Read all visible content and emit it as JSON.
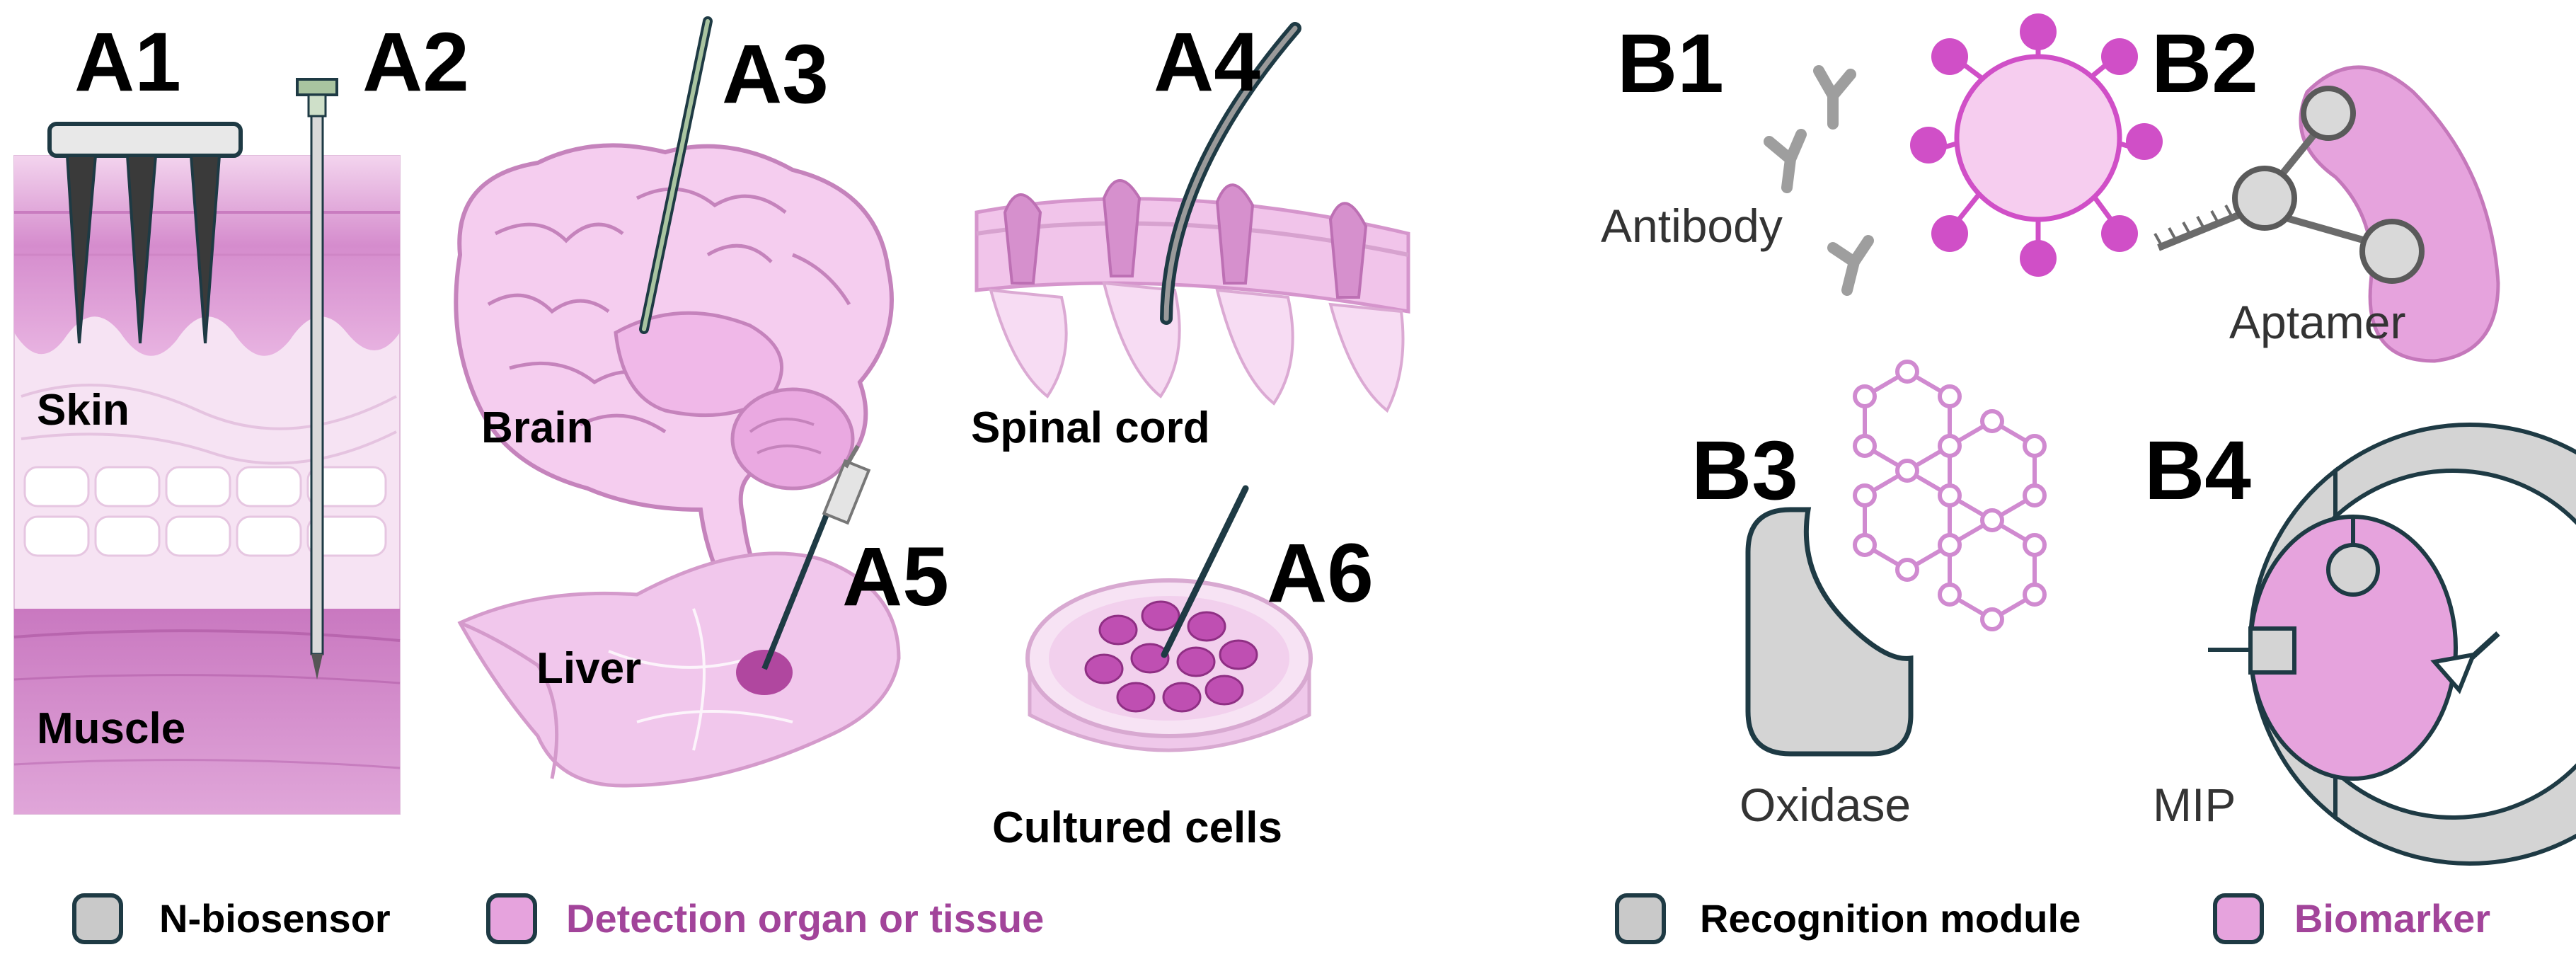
{
  "colors": {
    "sensor_gray": "#c9c9c9",
    "sensor_outline": "#1e3a44",
    "tissue_pink": "#e6a3dd",
    "tissue_light": "#f3d4ee",
    "accent_magenta": "#d04fc7",
    "legend_purple": "#a2449a"
  },
  "panel_a": {
    "labels": {
      "a1": "A1",
      "a2": "A2",
      "a3": "A3",
      "a4": "A4",
      "a5": "A5",
      "a6": "A6"
    },
    "tissues": {
      "skin": "Skin",
      "muscle": "Muscle",
      "brain": "Brain",
      "spinal_cord": "Spinal cord",
      "liver": "Liver",
      "cultured_cells": "Cultured cells"
    }
  },
  "panel_b": {
    "labels": {
      "b1": "B1",
      "b2": "B2",
      "b3": "B3",
      "b4": "B4"
    },
    "modules": {
      "antibody": "Antibody",
      "aptamer": "Aptamer",
      "oxidase": "Oxidase",
      "mip": "MIP"
    }
  },
  "legend_left": {
    "sensor": "N-biosensor",
    "tissue": "Detection organ or tissue"
  },
  "legend_right": {
    "recognition": "Recognition module",
    "biomarker": "Biomarker"
  }
}
